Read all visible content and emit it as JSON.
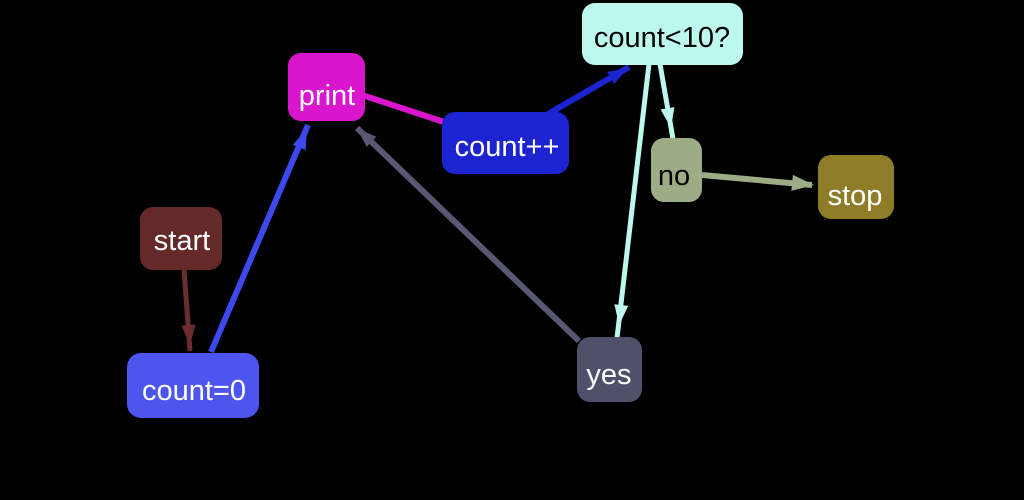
{
  "diagram": {
    "background": "#000000",
    "nodes": {
      "start": {
        "label": "start",
        "fill": "#642929",
        "text_color": "#ffffff"
      },
      "init": {
        "label": "count=0",
        "fill": "#4c56ef",
        "text_color": "#ffffff"
      },
      "print": {
        "label": "print",
        "fill": "#d916ce",
        "text_color": "#ffffff"
      },
      "increment": {
        "label": "count++",
        "fill": "#1b24d0",
        "text_color": "#ffffff"
      },
      "condition": {
        "label": "count<10?",
        "fill": "#bdf8ee",
        "text_color": "#000000"
      },
      "yes": {
        "label": "yes",
        "fill": "#50506a",
        "text_color": "#ffffff"
      },
      "no": {
        "label": "no",
        "fill": "#9cad85",
        "text_color": "#000000"
      },
      "stop": {
        "label": "stop",
        "fill": "#8e7d26",
        "text_color": "#ffffff"
      }
    },
    "edges": [
      {
        "from": "start",
        "to": "init",
        "color": "#6b2c2c",
        "arrowhead": true
      },
      {
        "from": "init",
        "to": "print",
        "color": "#3c49f0",
        "arrowhead": true
      },
      {
        "from": "print",
        "to": "increment",
        "color": "#d916ce",
        "arrowhead": false
      },
      {
        "from": "increment",
        "to": "condition",
        "color": "#1b24d0",
        "arrowhead": true
      },
      {
        "from": "condition",
        "to": "no",
        "color": "#bdf8ee",
        "arrowhead": true
      },
      {
        "from": "condition",
        "to": "yes",
        "color": "#bdf8ee",
        "arrowhead": true
      },
      {
        "from": "no",
        "to": "stop",
        "color": "#9cad85",
        "arrowhead": true
      },
      {
        "from": "yes",
        "to": "print",
        "color": "#585872",
        "arrowhead": true
      }
    ]
  }
}
